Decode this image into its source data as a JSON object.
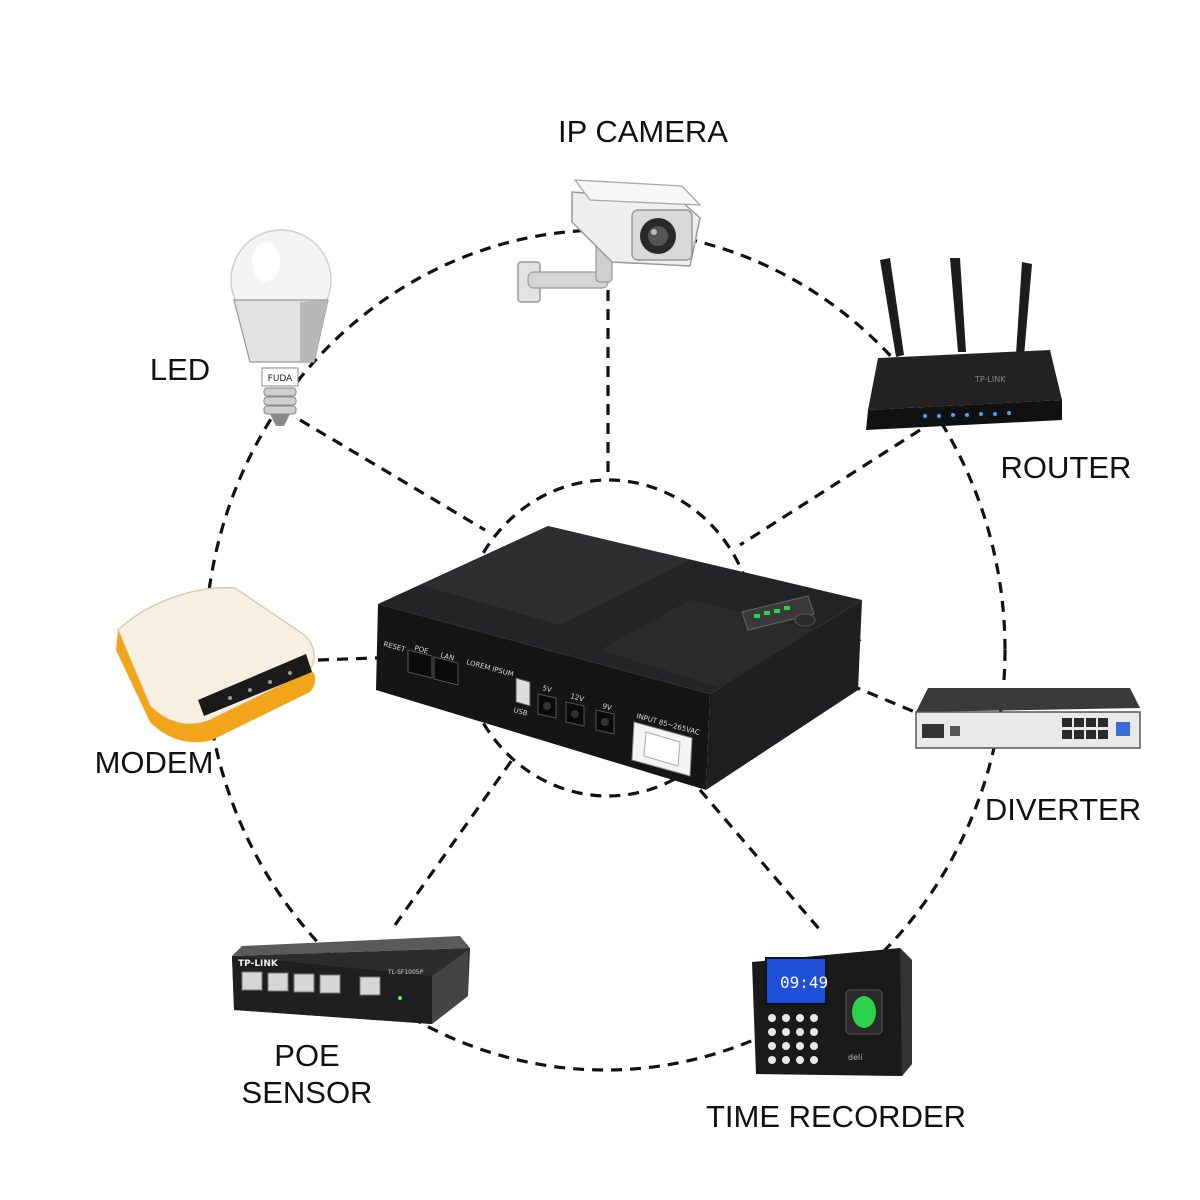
{
  "labels": {
    "ip_camera": "IP CAMERA",
    "led": "LED",
    "router": "ROUTER",
    "modem": "MODEM",
    "diverter": "DIVERTER",
    "poe_sensor_line1": "POE",
    "poe_sensor_line2": "SENSOR",
    "time_recorder": "TIME RECORDER"
  },
  "ups_panel": {
    "reset": "RESET",
    "poe": "POE",
    "lan": "LAN",
    "poe_spec": "LOREM IPSUM",
    "usb": "USB",
    "port_5v": "5V",
    "port_12v": "12V",
    "port_9v": "9V",
    "input": "INPUT 85~265VAC"
  },
  "devices": {
    "bulb_brand": "FUDA",
    "router_brand": "TP-LINK",
    "switch_brand": "TP-LINK",
    "switch_model": "TL-SF1005P",
    "time_display": "09:49",
    "clock_brand": "deli"
  },
  "colors": {
    "line": "#111111",
    "ups_body": "#1d1d1f",
    "modem_accent": "#f2a51a",
    "fingerprint_green": "#2fd14a",
    "screen_blue": "#1e4fd8"
  }
}
